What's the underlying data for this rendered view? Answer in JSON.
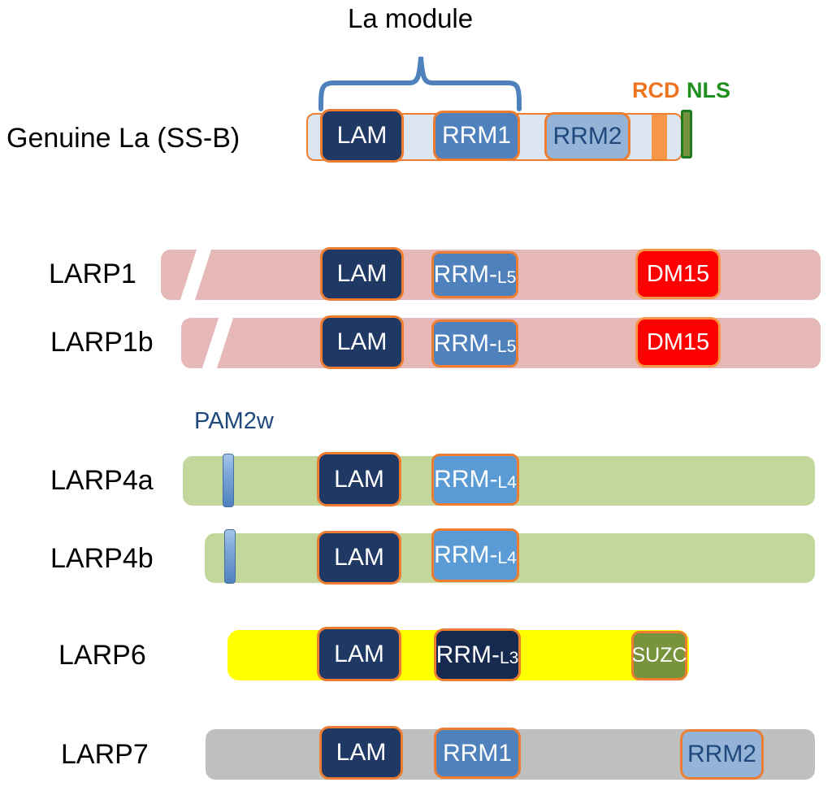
{
  "annotations": {
    "la_module": "La module",
    "rcd": "RCD",
    "nls": "NLS",
    "pam2w": "PAM2w"
  },
  "palette": {
    "orange_border": "#ed7d31",
    "lam_navy": "#1f3864",
    "rrm_l3_navy": "#16294e",
    "rrm_steel_blue": "#4f81bd",
    "rrm_light_blue": "#95b3d7",
    "rrm_bright_blue": "#5b9bd5",
    "la_bar": "#dce6f1",
    "larp1_bar": "#e6b9b8",
    "larp4_bar": "#c3d69b",
    "larp6_bar": "#ffff00",
    "larp7_bar": "#bfbfbf",
    "dm15_red": "#ff0000",
    "suzc_olive": "#77933c",
    "nls_fill": "#76923c",
    "nls_border": "#1e7a1e",
    "rcd_stripe": "#f79646",
    "rcd_label": "#ee7420",
    "nls_label": "#1f8f1f",
    "pam2w_label": "#1f497d",
    "brace_blue": "#4f81bd"
  },
  "rows": [
    {
      "label": "Genuine La (SS-B)",
      "domains": [
        {
          "text": "LAM"
        },
        {
          "text": "RRM1"
        },
        {
          "text": "RRM2"
        }
      ]
    },
    {
      "label": "LARP1",
      "domains": [
        {
          "text": "LAM"
        },
        {
          "text": "RRM-",
          "small": "L5"
        },
        {
          "text": "DM15"
        }
      ]
    },
    {
      "label": "LARP1b",
      "domains": [
        {
          "text": "LAM"
        },
        {
          "text": "RRM-",
          "small": "L5"
        },
        {
          "text": "DM15"
        }
      ]
    },
    {
      "label": "LARP4a",
      "domains": [
        {
          "text": "LAM"
        },
        {
          "text": "RRM-",
          "small": "L4"
        }
      ]
    },
    {
      "label": "LARP4b",
      "domains": [
        {
          "text": "LAM"
        },
        {
          "text": "RRM-",
          "small": "L4"
        }
      ]
    },
    {
      "label": "LARP6",
      "domains": [
        {
          "text": "LAM"
        },
        {
          "text": "RRM-",
          "small": "L3"
        },
        {
          "text": "SUZC"
        }
      ]
    },
    {
      "label": "LARP7",
      "domains": [
        {
          "text": "LAM"
        },
        {
          "text": "RRM1"
        },
        {
          "text": "RRM2"
        }
      ]
    }
  ]
}
